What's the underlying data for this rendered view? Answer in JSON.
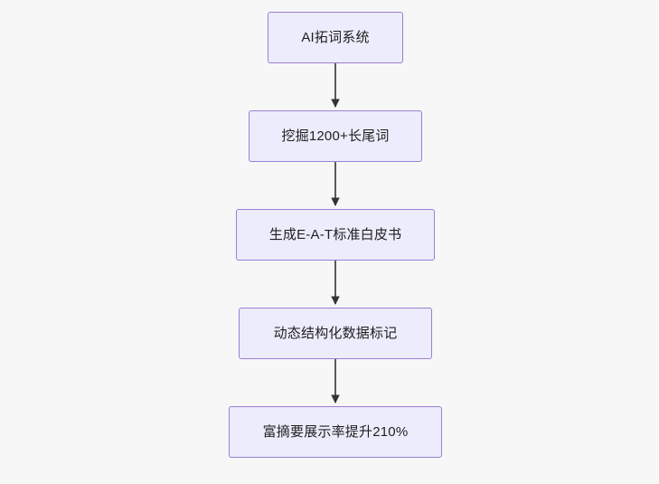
{
  "diagram": {
    "type": "flowchart",
    "direction": "top-to-bottom",
    "background_color": "#f7f7f8",
    "node_fill_color": "#ececfd",
    "node_border_color": "#9a7fd1",
    "edge_color": "#333333",
    "nodes": [
      {
        "id": "n1",
        "label": "AI拓词系统"
      },
      {
        "id": "n2",
        "label": "挖掘1200+长尾词"
      },
      {
        "id": "n3",
        "label": "生成E-A-T标准白皮书"
      },
      {
        "id": "n4",
        "label": "动态结构化数据标记"
      },
      {
        "id": "n5",
        "label": "富摘要展示率提升210%"
      }
    ],
    "edges": [
      {
        "from": "n1",
        "to": "n2"
      },
      {
        "from": "n2",
        "to": "n3"
      },
      {
        "from": "n3",
        "to": "n4"
      },
      {
        "from": "n4",
        "to": "n5"
      }
    ]
  }
}
